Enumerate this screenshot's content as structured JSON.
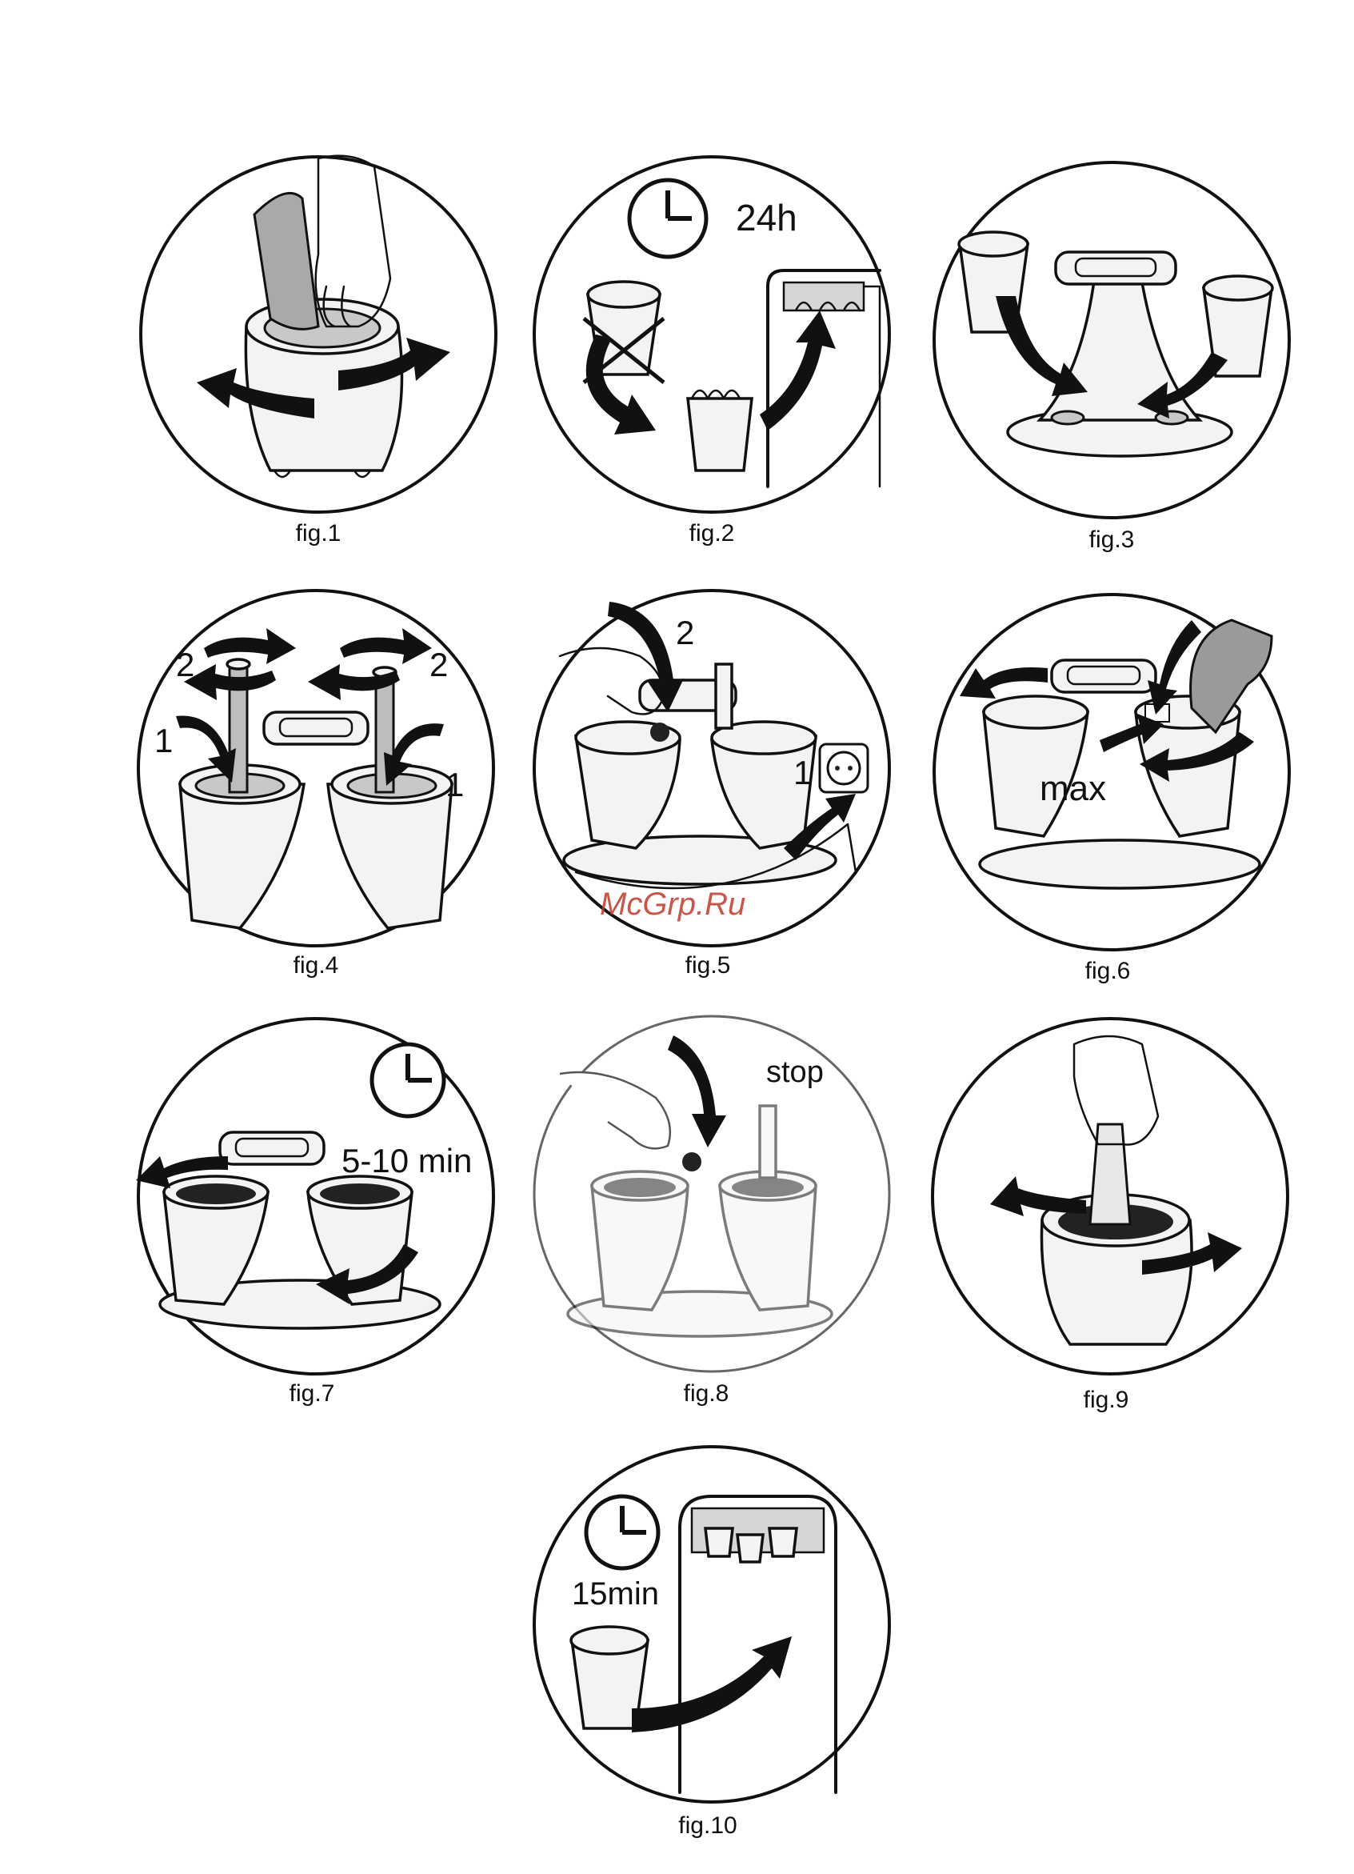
{
  "figures": [
    {
      "caption": "fig.1"
    },
    {
      "caption": "fig.2",
      "label": "24h"
    },
    {
      "caption": "fig.3"
    },
    {
      "caption": "fig.4",
      "labels": [
        "2",
        "2",
        "1",
        "1"
      ]
    },
    {
      "caption": "fig.5",
      "labels": [
        "2",
        "1"
      ]
    },
    {
      "caption": "fig.6",
      "label": "max"
    },
    {
      "caption": "fig.7",
      "label": "5-10 min"
    },
    {
      "caption": "fig.8",
      "label": "stop"
    },
    {
      "caption": "fig.9"
    },
    {
      "caption": "fig.10",
      "label": "15min"
    }
  ],
  "watermark": "McGrp.Ru"
}
